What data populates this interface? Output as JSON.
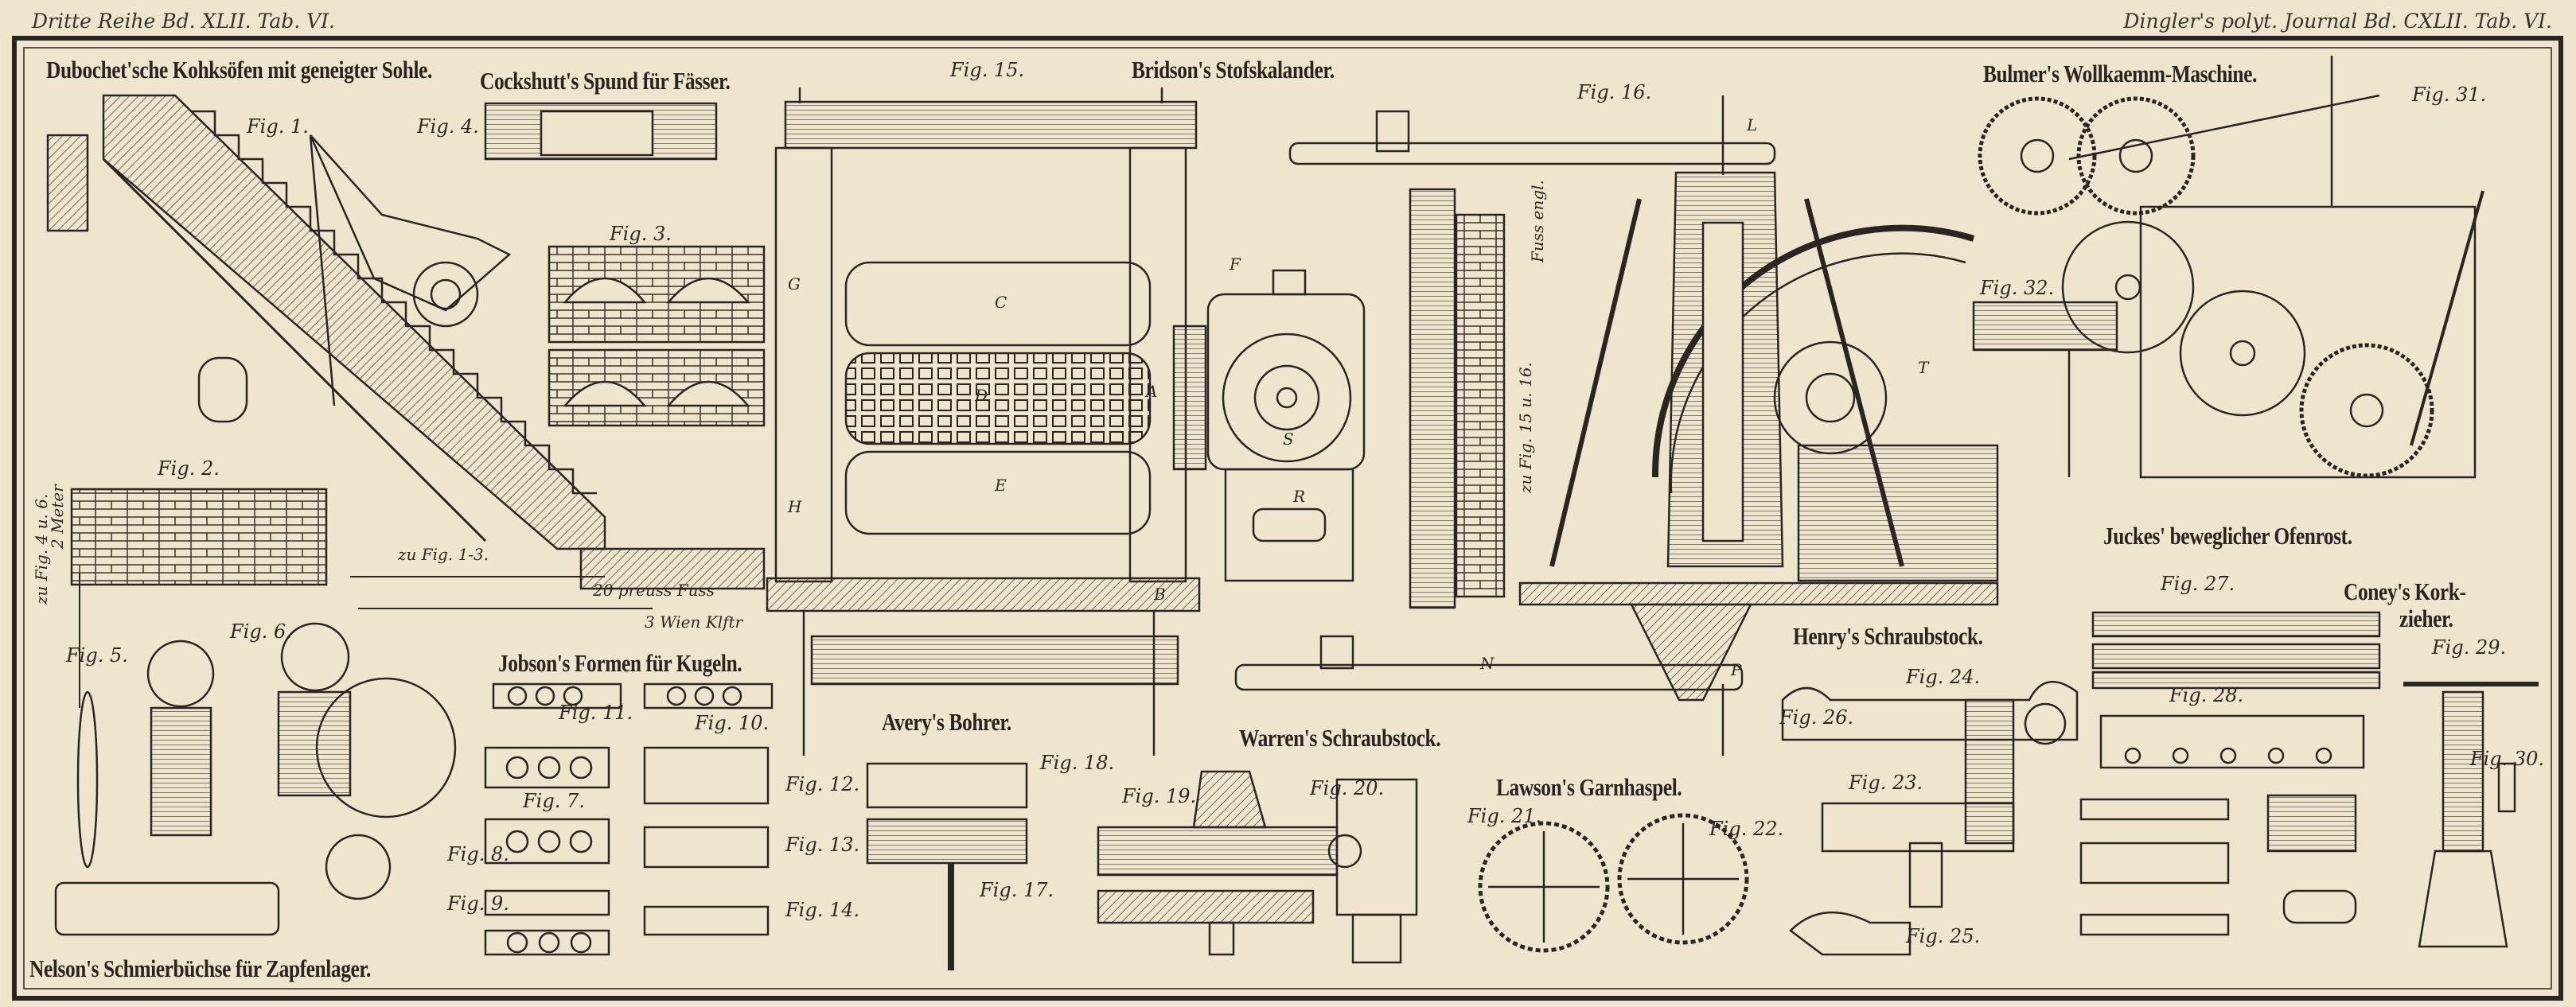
{
  "header": {
    "left": "Dritte Reihe Bd. XLII. Tab. VI.",
    "right": "Dingler's polyt. Journal Bd. CXLII. Tab. VI."
  },
  "titles": {
    "dubochet": "Dubochet'sche Kohksöfen mit geneigter Sohle.",
    "cockshutt": "Cockshutt's Spund für Fässer.",
    "bridson": "Bridson's Stofskalander.",
    "bulmer": "Bulmer's Wollkaemm-Maschine.",
    "jobson": "Jobson's Formen für Kugeln.",
    "avery": "Avery's Bohrer.",
    "warren": "Warren's Schraubstock.",
    "lawson": "Lawson's Garnhaspel.",
    "henry": "Henry's Schraubstock.",
    "juckes": "Juckes' beweglicher Ofenrost.",
    "coney_1": "Coney's Kork-",
    "coney_2": "zieher.",
    "nelson": "Nelson's Schmierbüchse für Zapfenlager."
  },
  "figs": {
    "f1": "Fig. 1.",
    "f2": "Fig. 2.",
    "f3": "Fig. 3.",
    "f4": "Fig. 4.",
    "f5": "Fig. 5.",
    "f6": "Fig. 6.",
    "f7": "Fig. 7.",
    "f8": "Fig. 8.",
    "f9": "Fig. 9.",
    "f10": "Fig. 10.",
    "f11": "Fig. 11.",
    "f12": "Fig. 12.",
    "f13": "Fig. 13.",
    "f14": "Fig. 14.",
    "f15": "Fig. 15.",
    "f16": "Fig. 16.",
    "f17": "Fig. 17.",
    "f18": "Fig. 18.",
    "f19": "Fig. 19.",
    "f20": "Fig. 20.",
    "f21": "Fig. 21.",
    "f22": "Fig. 22.",
    "f23": "Fig. 23.",
    "f24": "Fig. 24.",
    "f25": "Fig. 25.",
    "f26": "Fig. 26.",
    "f27": "Fig. 27.",
    "f28": "Fig. 28.",
    "f29": "Fig. 29.",
    "f30": "Fig. 30.",
    "f31": "Fig. 31.",
    "f32": "Fig. 32."
  },
  "scales": {
    "zu_fig_1_3": "zu Fig. 1-3.",
    "preuss_fuss": "20 preuss Fuss",
    "wien_klftr": "3 Wien Klftr",
    "zu_fig_4_6": "zu Fig. 4 u. 6.",
    "zu_fig_15_16": "zu Fig. 15 u. 16.",
    "fuss_engl": "Fuss engl.",
    "meter": "2 Meter"
  },
  "letters": {
    "C": "C",
    "D": "D",
    "E": "E",
    "A": "A",
    "B": "B",
    "F": "F",
    "S": "S",
    "R": "R",
    "L": "L",
    "N": "N",
    "T": "T",
    "P": "P",
    "H": "H",
    "G": "G"
  },
  "colors": {
    "paper": "#efe5cf",
    "ink": "#2a2520"
  }
}
